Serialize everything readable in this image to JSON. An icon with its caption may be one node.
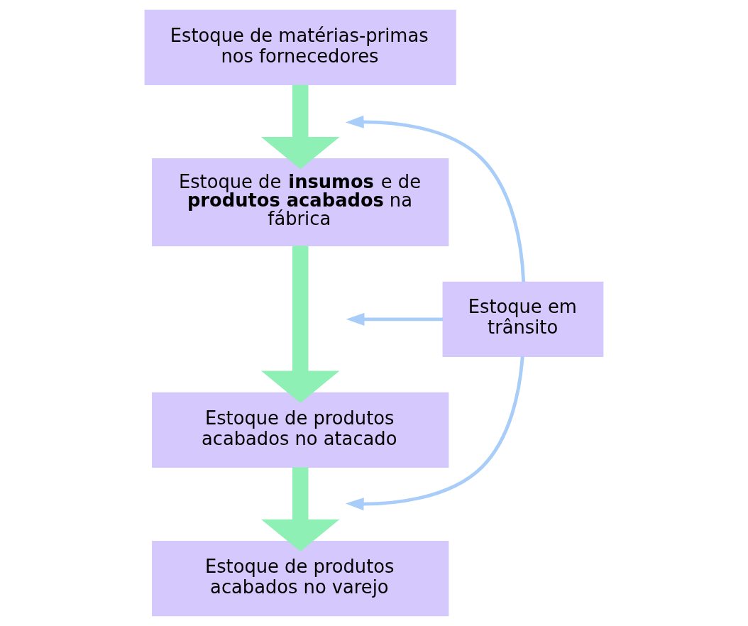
{
  "diagram": {
    "nodes": [
      {
        "text": [
          "Estoque de matérias-primas nos fornecedores"
        ]
      },
      {
        "text": [
          "Estoque de **insumos** e de **produtos acabados** na fábrica"
        ]
      },
      {
        "text": [
          "Estoque de produtos acabados no atacado"
        ]
      },
      {
        "text": [
          "Estoque de produtos acabados no varejo"
        ]
      },
      {
        "text": [
          "Estoque em trânsito"
        ]
      }
    ],
    "edges": [
      {
        "from": 0,
        "to": 1,
        "arrow": "to",
        "style": "thick",
        "color": "#8ef0b4"
      },
      {
        "from": 1,
        "to": 2,
        "arrow": "to",
        "style": "thick",
        "color": "#8ef0b4"
      },
      {
        "from": 2,
        "to": 3,
        "arrow": "to",
        "style": "thick",
        "color": "#8ef0b4"
      },
      {
        "from": 4,
        "to": null,
        "arrow": "to",
        "color": "#a8cdf8"
      },
      {
        "from": 4,
        "to": null,
        "arrow": "to",
        "color": "#a8cdf8"
      },
      {
        "from": 4,
        "to": null,
        "arrow": "to",
        "color": "#a8cdf8"
      }
    ]
  }
}
